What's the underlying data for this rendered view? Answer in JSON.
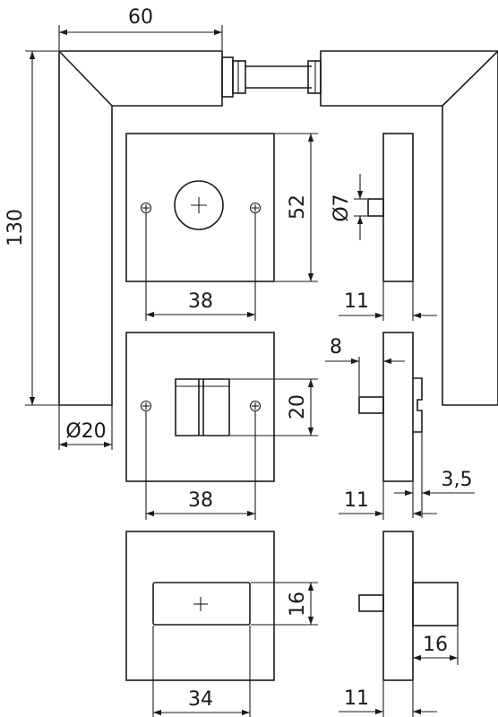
{
  "dimensions": {
    "handle_width": "60",
    "handle_height": "130",
    "handle_diameter": "Ø20",
    "rose_height": "52",
    "spindle_diameter": "Ø7",
    "key_screw_spacing": "38",
    "key_rose_depth": "11",
    "thumb_turn_height": "20",
    "thumb_screw_spacing": "38",
    "thumb_offset": "8",
    "thumb_gap": "3,5",
    "thumb_rose_depth": "11",
    "release_height": "16",
    "release_width": "34",
    "release_depth": "16",
    "release_rose_depth": "11"
  }
}
